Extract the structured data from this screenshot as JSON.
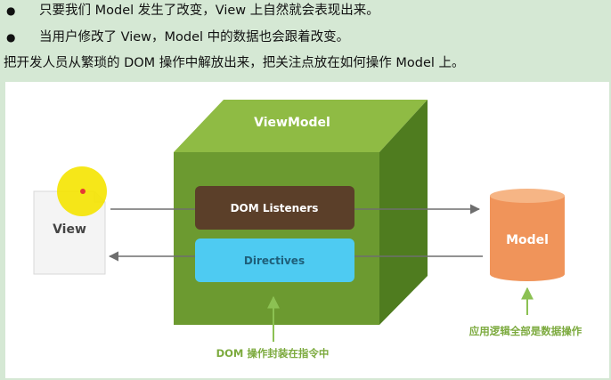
{
  "bullets": [
    "只要我们 Model 发生了改变，View 上自然就会表现出来。",
    "当用户修改了 View，Model 中的数据也会跟着改变。"
  ],
  "bullet_symbol": "●",
  "summary": "把开发人员从繁琐的 DOM 操作中解放出来，把关注点放在如何操作 Model 上。",
  "diagram": {
    "cube_label": "ViewModel",
    "dom_listeners": "DOM Listeners",
    "directives": "Directives",
    "view_label": "View",
    "model_label": "Model",
    "dom_caption": "DOM 操作封装在指令中",
    "model_caption": "应用逻辑全部是数据操作",
    "colors": {
      "cube_front": "#6c9a30",
      "cube_top": "#8fbb44",
      "cube_side": "#4f7c1f",
      "dom_listeners_box": "#5b3f29",
      "directives_box": "#4ecbf2",
      "model": "#f0945a",
      "caption_green": "#7caa3e",
      "highlight": "#f5e400"
    }
  }
}
